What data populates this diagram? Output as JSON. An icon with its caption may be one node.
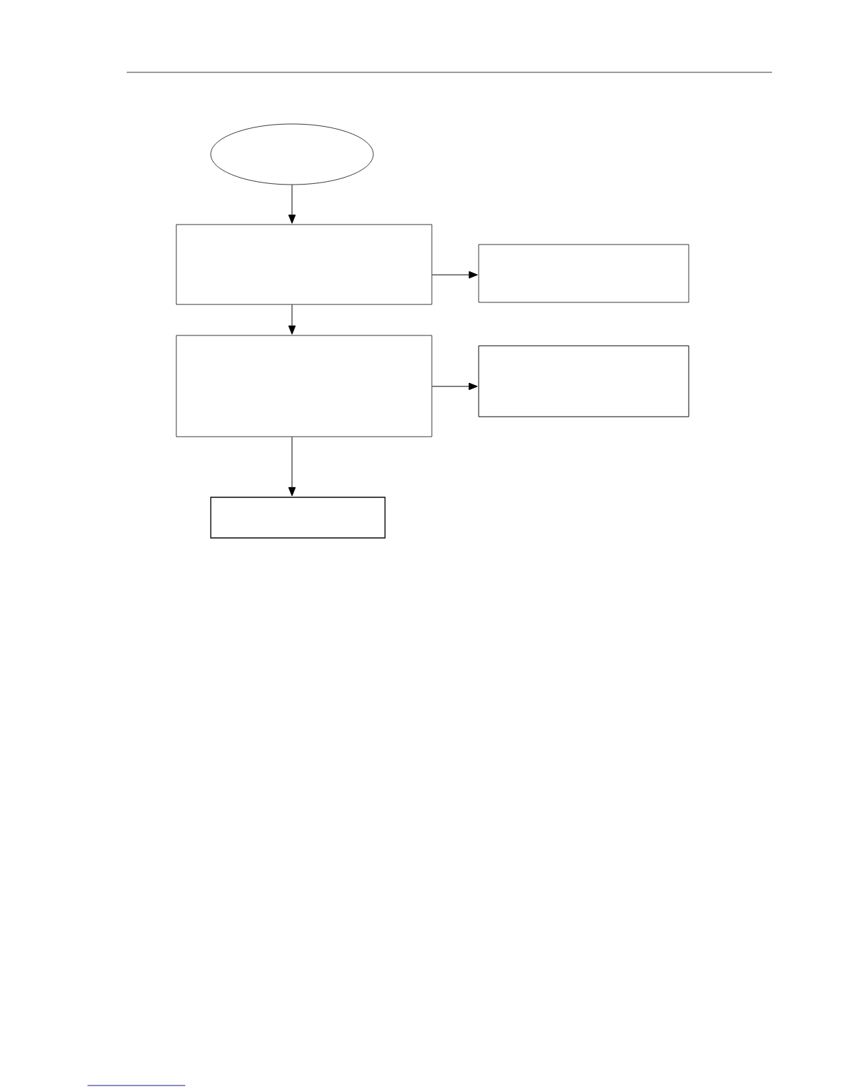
{
  "diagram": {
    "nodes": [
      {
        "text": [],
        "shape": "ellipse"
      },
      {
        "text": [],
        "shape": "box"
      },
      {
        "text": [],
        "shape": "box"
      },
      {
        "text": [],
        "shape": "box"
      },
      {
        "text": [],
        "shape": "box"
      },
      {
        "text": [],
        "shape": "box"
      }
    ],
    "edges": [
      {
        "from": 0,
        "to": 1,
        "arrow": "to"
      },
      {
        "from": 1,
        "to": 2,
        "arrow": "to"
      },
      {
        "from": 1,
        "to": 3,
        "arrow": "to"
      },
      {
        "from": 3,
        "to": 4,
        "arrow": "to"
      },
      {
        "from": 3,
        "to": 5,
        "arrow": "to"
      }
    ]
  }
}
